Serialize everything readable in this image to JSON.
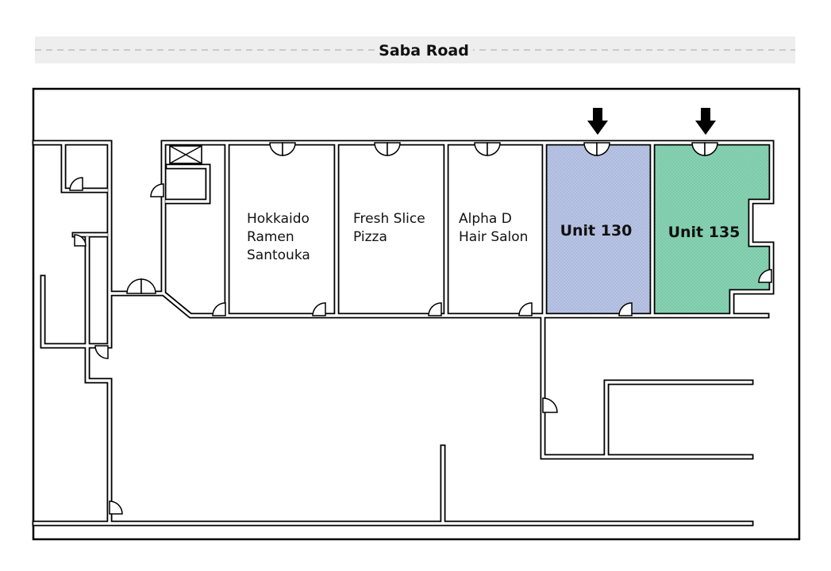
{
  "road": {
    "name": "Saba Road"
  },
  "tenants": [
    {
      "lines": [
        "Hokkaido",
        "Ramen",
        "Santouka"
      ]
    },
    {
      "lines": [
        "Fresh Slice",
        "Pizza"
      ]
    },
    {
      "lines": [
        "Alpha D",
        "Hair Salon"
      ]
    }
  ],
  "units": [
    {
      "label": "Unit 130",
      "color": "#b8c4e6"
    },
    {
      "label": "Unit 135",
      "color": "#86d3b3"
    }
  ],
  "colors": {
    "road_band": "#eeeeee",
    "road_dash": "#bdbdbd",
    "wall": "#000000"
  },
  "icons": {
    "entrance_marker": "arrow-down-icon"
  }
}
